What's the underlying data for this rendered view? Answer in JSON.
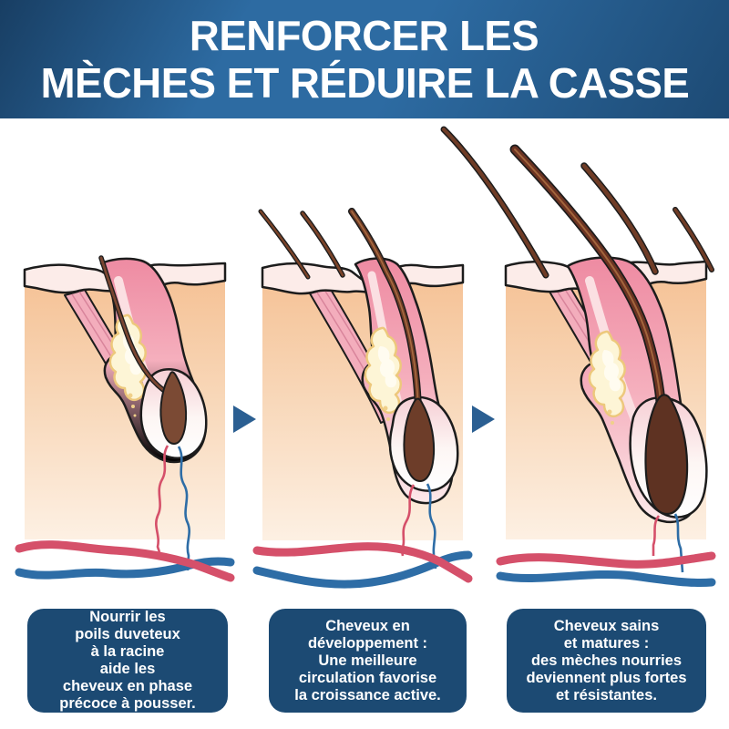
{
  "header": {
    "line1": "RENFORCER LES",
    "line2": "MÈCHES ET RÉDUIRE LA CASSE"
  },
  "captions": [
    {
      "text": "Nourrir les\npoils duveteux\nà la racine\naide les\ncheveux en phase\nprécoce à pousser."
    },
    {
      "text": "Cheveux en\ndéveloppement :\nUne meilleure\ncirculation favorise\nla croissance active."
    },
    {
      "text": "Cheveux sains\net matures :\ndes mèches nourries\ndeviennent plus fortes\net résistantes."
    }
  ],
  "stages": [
    {
      "name": "follicule-phase-precoce"
    },
    {
      "name": "follicule-en-developpement"
    },
    {
      "name": "follicule-mature"
    }
  ],
  "icons": [
    {
      "name": "arrow-right-icon",
      "glyph": "▶"
    },
    {
      "name": "arrow-right-icon",
      "glyph": "▶"
    }
  ],
  "colors": {
    "header_grad_start": "#183e63",
    "header_grad_mid": "#2d6ba2",
    "header_grad_end": "#1d4a74",
    "header_text": "#ffffff",
    "caption_box": "#1c4a73",
    "caption_text": "#ffffff",
    "arrow": "#2b5f92",
    "artery_red": "#d5506a",
    "vein_blue": "#2e6da6",
    "skin_peach": "#f6c498",
    "epidermis_pink": "#fcece9",
    "follicle_pink": "#ee8ba2",
    "gland_cream": "#fdf5d6",
    "hair_brown": "#6f3c26",
    "outline_black": "#1c1c1c"
  }
}
